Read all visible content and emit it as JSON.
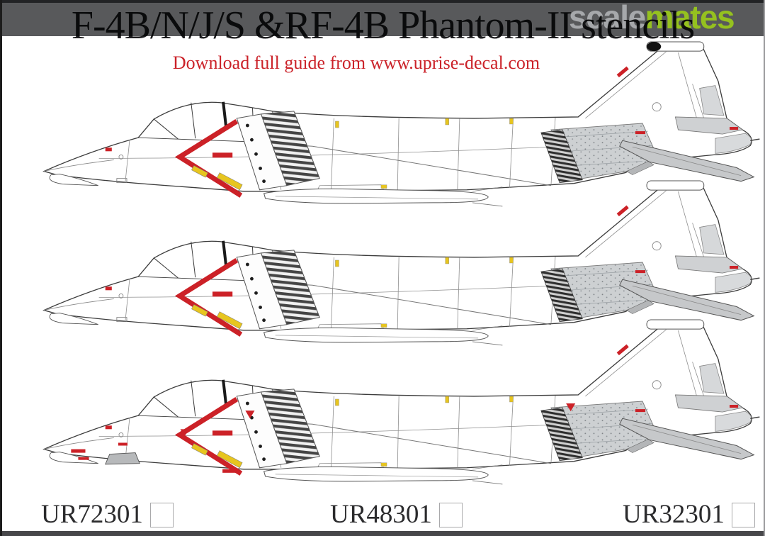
{
  "header": {
    "title": "F-4B/N/J/S &RF-4B Phantom-II stencils",
    "subtitle": "Download full guide from www.uprise-decal.com",
    "band_color": "#58595b",
    "title_color": "#1d1d1f",
    "subtitle_color": "#cb2229"
  },
  "logo": {
    "part1": "scale",
    "part2": "mates",
    "part1_color": "#a6a8ab",
    "part2_color": "#95c11f"
  },
  "figures": [
    {
      "label": "f4-phantom-side-profile-top",
      "fin_tip_pod": "black-capped antenna pod"
    },
    {
      "label": "f4-phantom-side-profile-middle",
      "fin_tip_pod": "plain"
    },
    {
      "label": "rf4-phantom-side-profile-bottom",
      "fin_tip_pod": "plain",
      "extra": "camera fairing and extra red stencils on nose"
    }
  ],
  "footer": {
    "items": [
      {
        "code": "UR72301"
      },
      {
        "code": "UR48301"
      },
      {
        "code": "UR32301"
      }
    ],
    "bar_color": "#47474a"
  },
  "colors": {
    "red": "#cc2127",
    "yellow": "#e7c51f",
    "line": "#3c3c3c",
    "panel_gray": "#cdd0d2",
    "hatch_dark": "#2e2e2e",
    "header_gray": "#58595b",
    "logo_green": "#95c11f"
  }
}
